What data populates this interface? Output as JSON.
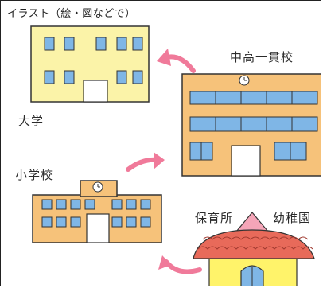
{
  "header": {
    "label": "イラスト（絵・図などで）"
  },
  "labels": {
    "university": "大学",
    "middle_high": "中高一貫校",
    "elementary": "小学校",
    "nursery": "保育所",
    "kindergarten": "幼稚園"
  },
  "colors": {
    "university_wall": "#fbf3a8",
    "school_wall": "#f6c27a",
    "window_blue": "#7fb6e6",
    "arrow_pink": "#f07a9a",
    "roof_red": "#e86a5a",
    "roof_pink": "#f5a5b8",
    "nursery_wall": "#fff36a"
  }
}
